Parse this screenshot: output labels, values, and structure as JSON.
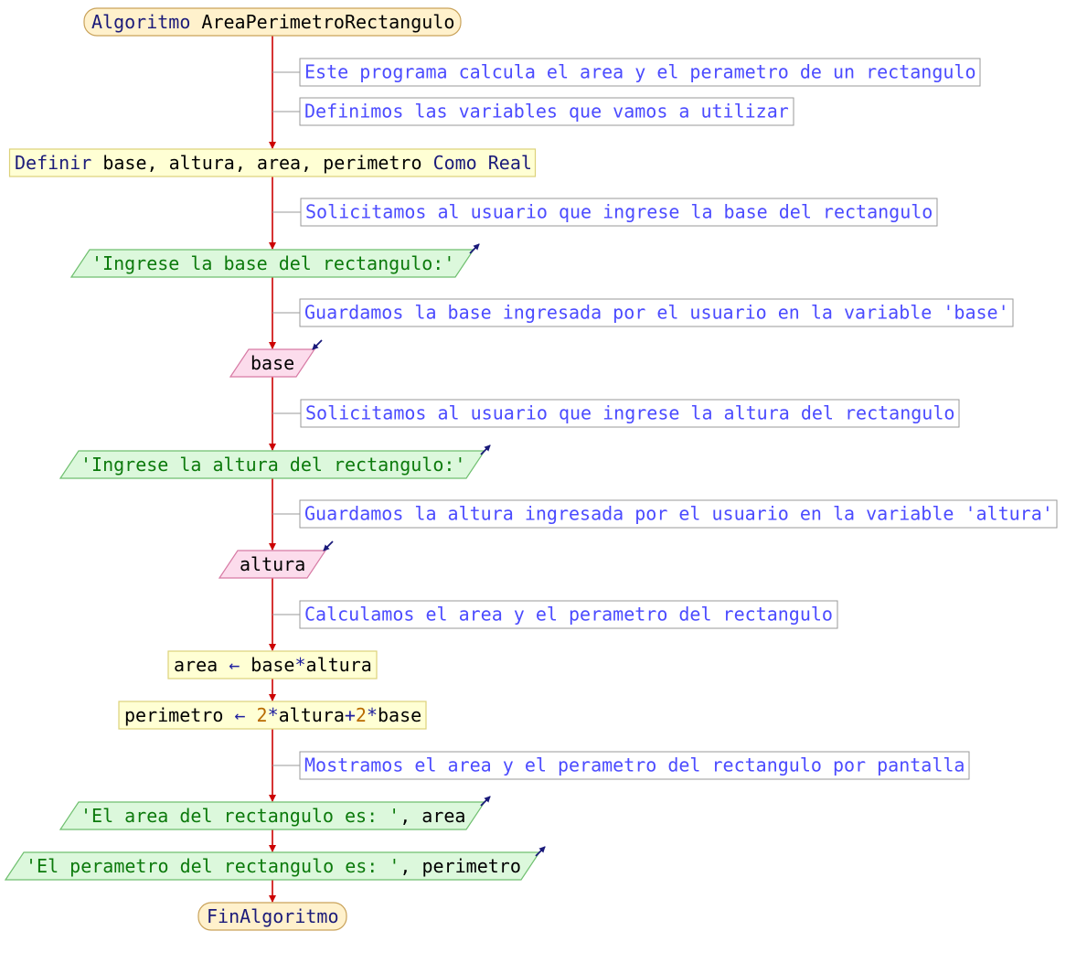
{
  "colors": {
    "arrow": "#cc0000",
    "terminal_fill": "#fff1cc",
    "terminal_stroke": "#c9a25a",
    "process_fill": "#ffffd4",
    "process_stroke": "#dcd27a",
    "output_fill": "#dcf8dc",
    "output_stroke": "#6fbf6f",
    "input_fill": "#fcdcec",
    "input_stroke": "#d77aa4",
    "comment_stroke": "#9a9a9a",
    "comment_text": "#4b4bff",
    "keyword": "#1b1b7a",
    "variable": "#000000",
    "string": "#0c7a0c",
    "operator": "#2020a0",
    "number": "#b86a00",
    "io_arrow": "#1a1a7a"
  },
  "nodes": [
    {
      "id": "start",
      "type": "terminal",
      "parts": [
        {
          "t": "Algoritmo ",
          "c": "keyword"
        },
        {
          "t": "AreaPerimetroRectangulo",
          "c": "variable"
        }
      ]
    },
    {
      "id": "comment1",
      "type": "comment",
      "text": "Este programa calcula el area y el perametro de un rectangulo"
    },
    {
      "id": "comment2",
      "type": "comment",
      "text": "Definimos las variables que vamos a utilizar"
    },
    {
      "id": "define",
      "type": "process",
      "parts": [
        {
          "t": "Definir ",
          "c": "keyword"
        },
        {
          "t": "base, altura, area, perimetro ",
          "c": "variable"
        },
        {
          "t": "Como Real",
          "c": "keyword"
        }
      ]
    },
    {
      "id": "comment3",
      "type": "comment",
      "text": "Solicitamos al usuario que ingrese la base del rectangulo"
    },
    {
      "id": "write1",
      "type": "output",
      "parts": [
        {
          "t": "'Ingrese la base del rectangulo:'",
          "c": "string"
        }
      ]
    },
    {
      "id": "comment4",
      "type": "comment",
      "text": "Guardamos la base ingresada por el usuario en la variable 'base'"
    },
    {
      "id": "read1",
      "type": "input",
      "parts": [
        {
          "t": "base",
          "c": "variable"
        }
      ]
    },
    {
      "id": "comment5",
      "type": "comment",
      "text": "Solicitamos al usuario que ingrese la altura del rectangulo"
    },
    {
      "id": "write2",
      "type": "output",
      "parts": [
        {
          "t": "'Ingrese la altura del rectangulo:'",
          "c": "string"
        }
      ]
    },
    {
      "id": "comment6",
      "type": "comment",
      "text": "Guardamos la altura ingresada por el usuario en la variable 'altura'"
    },
    {
      "id": "read2",
      "type": "input",
      "parts": [
        {
          "t": "altura",
          "c": "variable"
        }
      ]
    },
    {
      "id": "comment7",
      "type": "comment",
      "text": "Calculamos el area y el perametro del rectangulo"
    },
    {
      "id": "assign1",
      "type": "process",
      "parts": [
        {
          "t": "area ",
          "c": "variable"
        },
        {
          "t": "←",
          "c": "operator"
        },
        {
          "t": " base",
          "c": "variable"
        },
        {
          "t": "*",
          "c": "operator"
        },
        {
          "t": "altura",
          "c": "variable"
        }
      ]
    },
    {
      "id": "assign2",
      "type": "process",
      "parts": [
        {
          "t": "perimetro ",
          "c": "variable"
        },
        {
          "t": "←",
          "c": "operator"
        },
        {
          "t": " ",
          "c": "variable"
        },
        {
          "t": "2",
          "c": "number"
        },
        {
          "t": "*",
          "c": "operator"
        },
        {
          "t": "altura",
          "c": "variable"
        },
        {
          "t": "+",
          "c": "operator"
        },
        {
          "t": "2",
          "c": "number"
        },
        {
          "t": "*",
          "c": "operator"
        },
        {
          "t": "base",
          "c": "variable"
        }
      ]
    },
    {
      "id": "comment8",
      "type": "comment",
      "text": "Mostramos el area y el perametro del rectangulo por pantalla"
    },
    {
      "id": "write3",
      "type": "output",
      "parts": [
        {
          "t": "'El area del rectangulo es: '",
          "c": "string"
        },
        {
          "t": ", area",
          "c": "variable"
        }
      ]
    },
    {
      "id": "write4",
      "type": "output",
      "parts": [
        {
          "t": "'El perametro del rectangulo es: '",
          "c": "string"
        },
        {
          "t": ", perimetro",
          "c": "variable"
        }
      ]
    },
    {
      "id": "end",
      "type": "terminal",
      "parts": [
        {
          "t": "FinAlgoritmo",
          "c": "keyword"
        }
      ]
    }
  ]
}
